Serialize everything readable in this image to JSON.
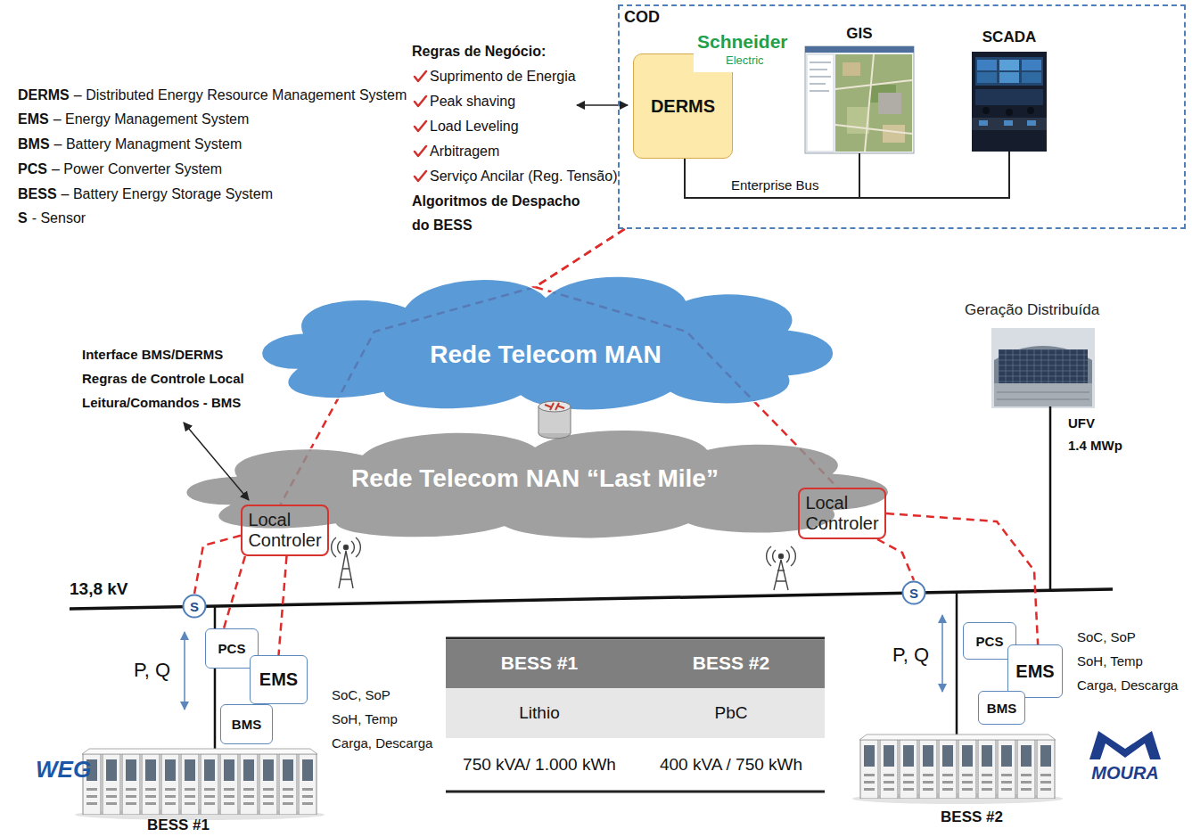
{
  "diagram": {
    "nodes": [
      {
        "text": [
          "COD"
        ]
      },
      {
        "text": [
          "DERMS"
        ],
        "in": 0
      },
      {
        "text": [
          "GIS"
        ],
        "in": 0
      },
      {
        "text": [
          "SCADA"
        ],
        "in": 0
      },
      {
        "text": [
          "Rede Telecom MAN"
        ]
      },
      {
        "text": [
          "Rede Telecom NAN “Last Mile”"
        ]
      },
      {
        "text": [
          "Local Controler"
        ]
      },
      {
        "text": [
          "Local Controler"
        ]
      },
      {
        "text": [
          "S"
        ]
      },
      {
        "text": [
          "S"
        ]
      },
      {
        "text": [
          "PCS"
        ]
      },
      {
        "text": [
          "EMS"
        ]
      },
      {
        "text": [
          "BMS"
        ]
      },
      {
        "text": [
          "PCS"
        ]
      },
      {
        "text": [
          "EMS"
        ]
      },
      {
        "text": [
          "BMS"
        ]
      }
    ],
    "edges": [
      {
        "from": 1,
        "to": 2,
        "arrow": "none"
      },
      {
        "from": 1,
        "to": 3,
        "label": "Enterprise Bus",
        "arrow": "none"
      },
      {
        "from": 0,
        "to": 6,
        "arrow": "none"
      },
      {
        "from": 0,
        "to": 7,
        "arrow": "none"
      },
      {
        "from": 6,
        "to": 8,
        "arrow": "none"
      },
      {
        "from": 6,
        "to": 10,
        "arrow": "none"
      },
      {
        "from": 6,
        "to": 11,
        "arrow": "none"
      },
      {
        "from": 7,
        "to": 9,
        "arrow": "none"
      },
      {
        "from": 7,
        "to": 14,
        "arrow": "none"
      }
    ],
    "labels": [
      "DERMS",
      "– Distributed Energy Resource Management System",
      "EMS",
      "– Energy Management System",
      "BMS",
      "– Battery Managment System",
      "PCS",
      "– Power Converter System",
      "BESS",
      "– Battery Energy Storage System",
      "S",
      "- Sensor",
      "Regras de Negócio:",
      "Suprimento de Energia",
      "Peak shaving",
      "Load Leveling",
      "Arbitragem",
      "Serviço Ancilar (Reg. Tensão)",
      "Algoritmos de Despacho do BESS",
      "Schneider",
      "Electric",
      "Interface BMS/DERMS",
      "Regras de Controle Local",
      "Leitura/Comandos - BMS",
      "Geração Distribuída",
      "UFV",
      "1.4 MWp",
      "13,8 kV",
      "P, Q",
      "SoC, SoP",
      "SoH, Temp",
      "Carga, Descarga",
      "P, Q",
      "SoC, SoP",
      "SoH, Temp",
      "Carga, Descarga",
      "BESS #1",
      "BESS #2",
      "Lithio",
      "PbC",
      "750 kVA/ 1.000 kWh",
      "400 kVA / 750 kWh",
      "WEG",
      "BESS #1",
      "MOURA",
      "BESS #2"
    ]
  }
}
